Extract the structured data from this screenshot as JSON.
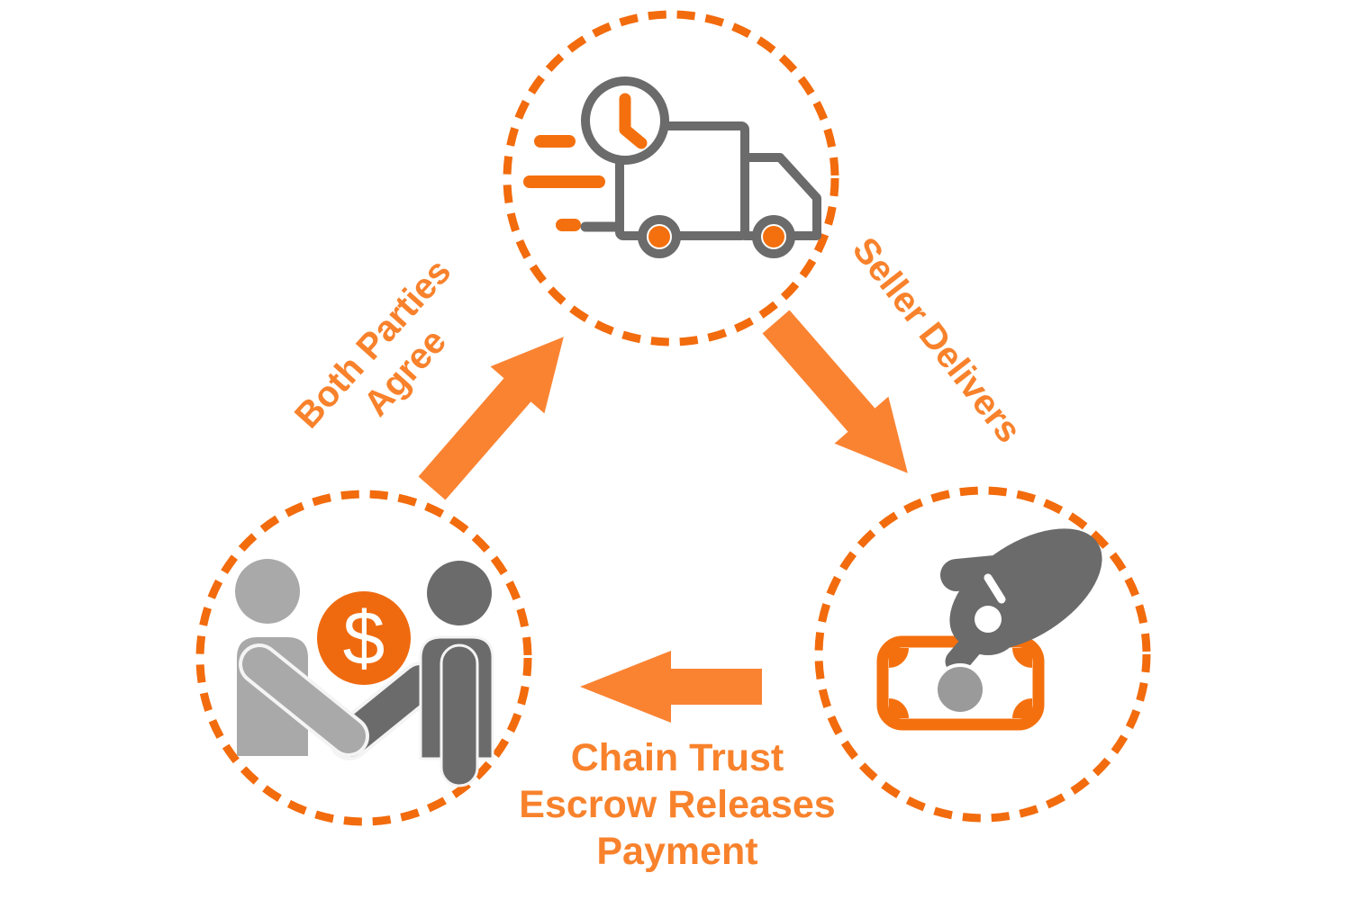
{
  "diagram": {
    "type": "cycle-diagram",
    "steps": [
      "agreement",
      "delivery",
      "payment-release"
    ],
    "labels": {
      "agree": {
        "line1": "Both Parties",
        "line2": "Agree"
      },
      "deliver": "Seller Delivers",
      "release": {
        "line1": "Chain Trust",
        "line2": "Escrow Releases",
        "line3": "Payment"
      }
    },
    "icons": {
      "top_node": "fast-delivery-truck-icon",
      "left_node": "handshake-agreement-icon",
      "right_node": "hand-paying-cash-icon",
      "dollar_sign": "$"
    },
    "colors": {
      "dashed_circle_orange": "#F26B0D",
      "icon_orange": "#F4700E",
      "dollar_badge_orange": "#EF6A0F",
      "arrow_orange": "#FA8332",
      "label_orange": "#F8822C",
      "dark_gray": "#6B6B6B",
      "light_gray": "#A9A9A9",
      "coin_gray": "#9A9A9A"
    }
  }
}
